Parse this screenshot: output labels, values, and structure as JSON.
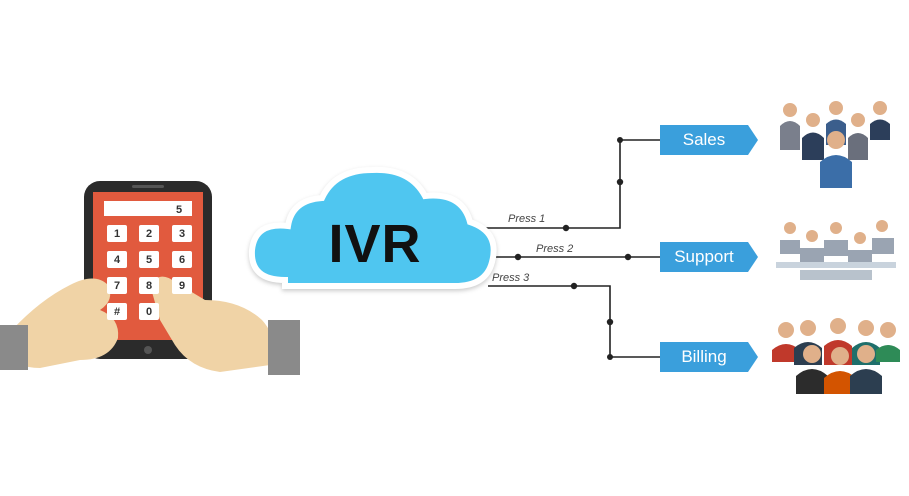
{
  "cloud": {
    "label": "IVR"
  },
  "phone": {
    "display": "5",
    "keys": [
      "1",
      "2",
      "3",
      "4",
      "5",
      "6",
      "7",
      "8",
      "9",
      "#",
      "0",
      ""
    ]
  },
  "routes": [
    {
      "press": "Press 1",
      "department": "Sales"
    },
    {
      "press": "Press 2",
      "department": "Support"
    },
    {
      "press": "Press 3",
      "department": "Billing"
    }
  ],
  "colors": {
    "cloud": "#4fc6f0",
    "department_box": "#3a9fdc",
    "phone_screen": "#e15a3e",
    "phone_body": "#2b2b2b",
    "hands": "#f0d3a6"
  },
  "icons": [
    "smartphone-icon",
    "hands-icon",
    "cloud-icon",
    "sales-team-icon",
    "support-team-icon",
    "billing-team-icon"
  ]
}
